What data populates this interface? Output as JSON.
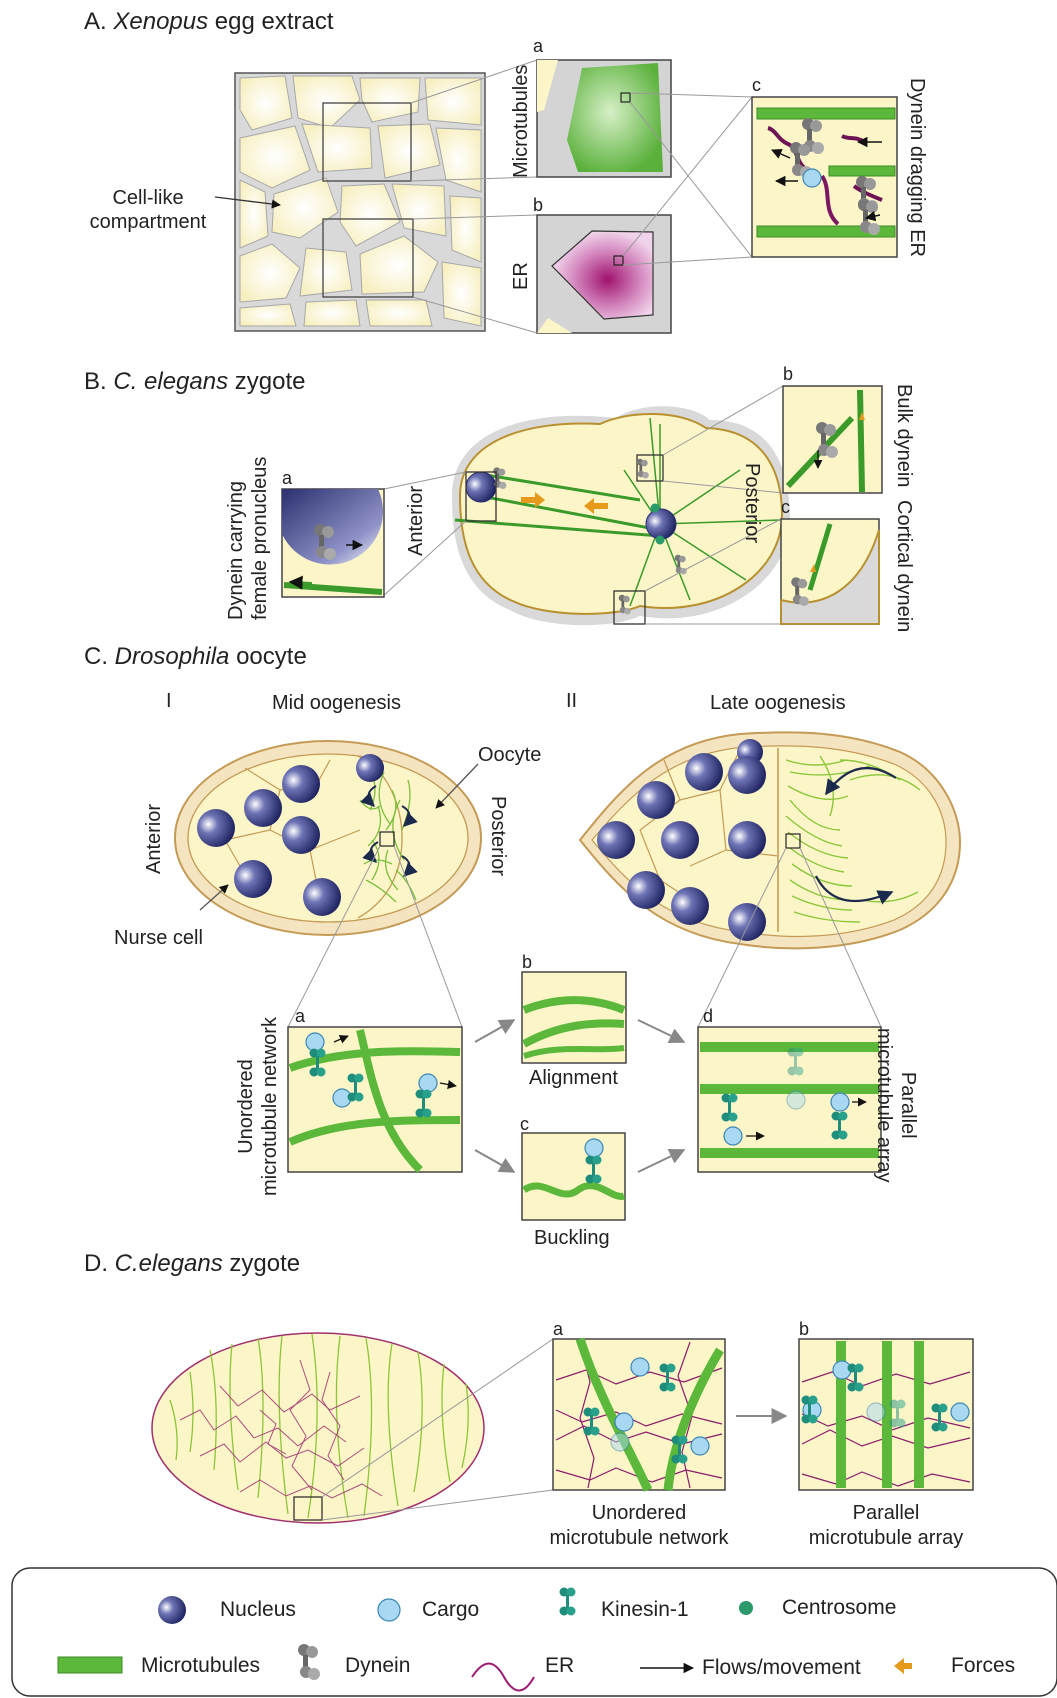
{
  "sections": {
    "a": {
      "letter": "A.",
      "italic": "Xenopus",
      "rest": " egg extract"
    },
    "b": {
      "letter": "B.",
      "italic": "C. elegans",
      "rest": " zygote"
    },
    "c": {
      "letter": "C.",
      "italic": "Drosophila",
      "rest": " oocyte"
    },
    "d": {
      "letter": "D.",
      "italic": "C.elegans",
      "rest": " zygote"
    }
  },
  "panel_a": {
    "compartment_label_1": "Cell-like",
    "compartment_label_2": "compartment",
    "inset_a_letter": "a",
    "inset_a_label": "Microtubules",
    "inset_b_letter": "b",
    "inset_b_label": "ER",
    "inset_c_letter": "c",
    "inset_c_label": "Dynein dragging ER"
  },
  "panel_b": {
    "inset_a_letter": "a",
    "inset_a_label_1": "Dynein carrying",
    "inset_a_label_2": "female pronucleus",
    "anterior": "Anterior",
    "posterior": "Posterior",
    "inset_b_letter": "b",
    "inset_b_label": "Bulk dynein",
    "inset_c_letter": "c",
    "inset_c_label": "Cortical dynein"
  },
  "panel_c": {
    "stage_1_numeral": "I",
    "stage_1_label": "Mid oogenesis",
    "stage_2_numeral": "II",
    "stage_2_label": "Late oogenesis",
    "oocyte": "Oocyte",
    "anterior": "Anterior",
    "posterior": "Posterior",
    "nurse_cell": "Nurse cell",
    "inset_a_letter": "a",
    "inset_a_label_1": "Unordered",
    "inset_a_label_2": "microtubule network",
    "inset_b_letter": "b",
    "inset_b_label": "Alignment",
    "inset_c_letter": "c",
    "inset_c_label": "Buckling",
    "inset_d_letter": "d",
    "inset_d_label_1": "Parallel",
    "inset_d_label_2": "microtubule array"
  },
  "panel_d": {
    "inset_a_letter": "a",
    "inset_a_label_1": "Unordered",
    "inset_a_label_2": "microtubule network",
    "inset_b_letter": "b",
    "inset_b_label_1": "Parallel",
    "inset_b_label_2": "microtubule array"
  },
  "legend": {
    "nucleus": "Nucleus",
    "cargo": "Cargo",
    "kinesin": "Kinesin-1",
    "centrosome": "Centrosome",
    "microtubules": "Microtubules",
    "dynein": "Dynein",
    "er": "ER",
    "flows": "Flows/movement",
    "forces": "Forces"
  },
  "colors": {
    "cytoplasm": "#fcf5c8",
    "microtubule": "#5cb83a",
    "nucleus": "#2b2f6e",
    "cargo": "#a9d8f2",
    "kinesin": "#1f8d7c",
    "er": "#9c1b73",
    "force": "#e59a1c",
    "cell_border": "#c49a55"
  }
}
